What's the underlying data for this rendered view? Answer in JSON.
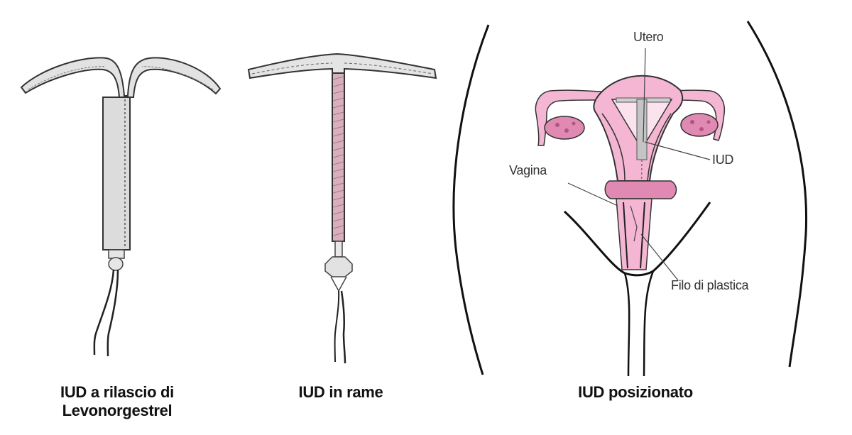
{
  "figure": {
    "panels": [
      {
        "id": "levonorgestrel",
        "caption_line1": "IUD a rilascio di",
        "caption_line2": "Levonorgestrel"
      },
      {
        "id": "copper",
        "caption": "IUD in rame"
      },
      {
        "id": "positioned",
        "caption": "IUD posizionato",
        "labels": {
          "uterus": "Utero",
          "iud": "IUD",
          "vagina": "Vagina",
          "string": "Filo di plastica"
        }
      }
    ],
    "colors": {
      "tissue_pink": "#f4b6d2",
      "tissue_dark_pink": "#e08ab3",
      "device_gray": "#d6d6d6",
      "copper_pink": "#d9aebd",
      "outline": "#222222"
    }
  }
}
